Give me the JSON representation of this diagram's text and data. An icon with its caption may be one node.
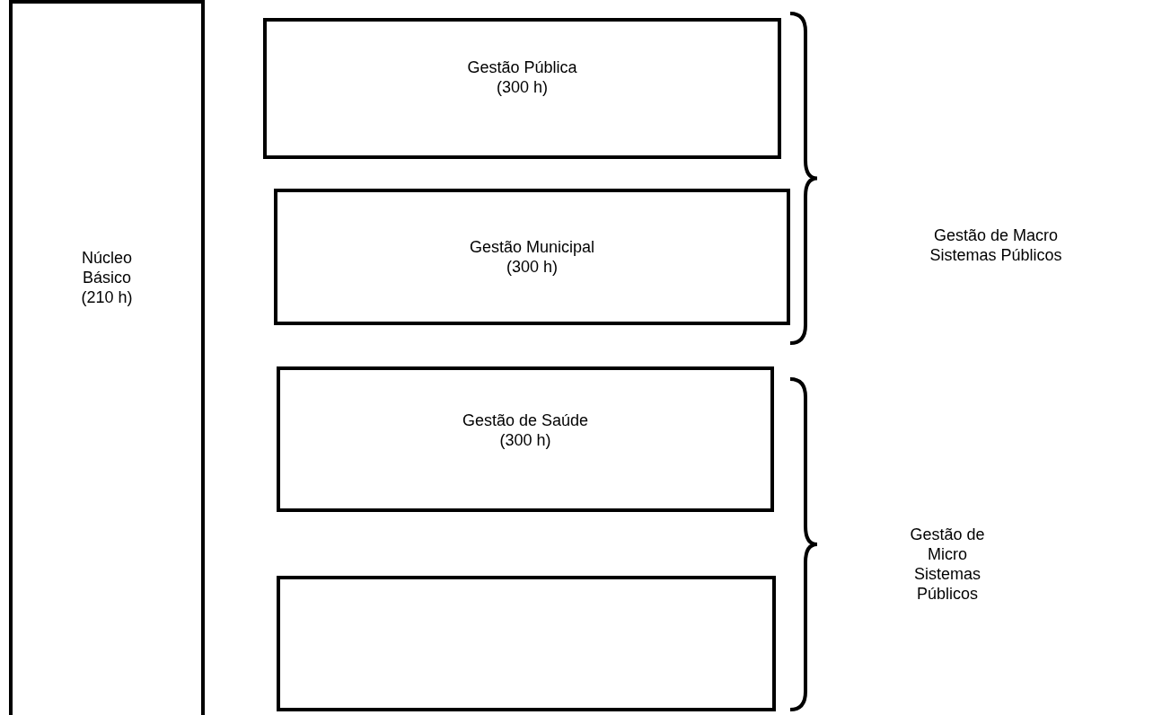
{
  "diagram": {
    "nodes": [
      {
        "text": [
          "Núcleo Básico",
          "(210 h)"
        ]
      },
      {
        "text": [
          "Gestão Pública",
          "(300 h)"
        ]
      },
      {
        "text": [
          "Gestão Municipal",
          "(300 h)"
        ]
      },
      {
        "text": [
          "Gestão de Saúde",
          "(300 h)"
        ]
      },
      {
        "text": [],
        "shape": "box"
      }
    ],
    "labels": [
      "Gestão de Macro Sistemas Públicos",
      "Gestão de Micro Sistemas Públicos"
    ]
  }
}
